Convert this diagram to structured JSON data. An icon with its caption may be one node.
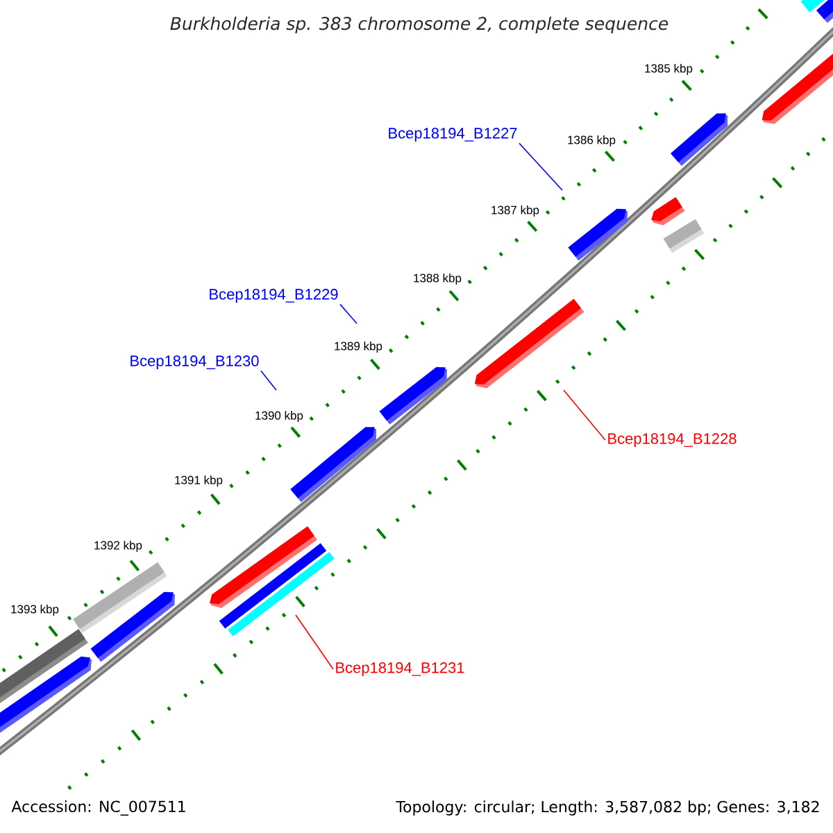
{
  "diagram": {
    "title": "Burkholderia sp. 383 chromosome 2, complete sequence",
    "nodes": [
      {
        "text": [
          "Bcep18194_B1227"
        ]
      },
      {
        "text": [
          "Bcep18194_B1229"
        ]
      },
      {
        "text": [
          "Bcep18194_B1230"
        ]
      },
      {
        "text": [
          "Bcep18194_B1228"
        ]
      },
      {
        "text": [
          "Bcep18194_B1231"
        ]
      }
    ],
    "edges": [
      {
        "from": 0,
        "to": null,
        "arrow": "none"
      },
      {
        "from": 1,
        "to": null,
        "arrow": "none"
      },
      {
        "from": 2,
        "to": null,
        "arrow": "none"
      },
      {
        "from": 3,
        "to": null,
        "arrow": "none",
        "color": "#ff0000"
      },
      {
        "from": 4,
        "to": null,
        "arrow": "none",
        "color": "#ff0000"
      }
    ],
    "labels": [
      "1385 kbp",
      "1386 kbp",
      "1387 kbp",
      "1388 kbp",
      "1389 kbp",
      "1390 kbp",
      "1391 kbp",
      "1392 kbp",
      "1393 kbp",
      "Accession: NC_007511",
      "Topology: circular; Length: 3,587,082 bp; Genes: 3,182"
    ]
  }
}
